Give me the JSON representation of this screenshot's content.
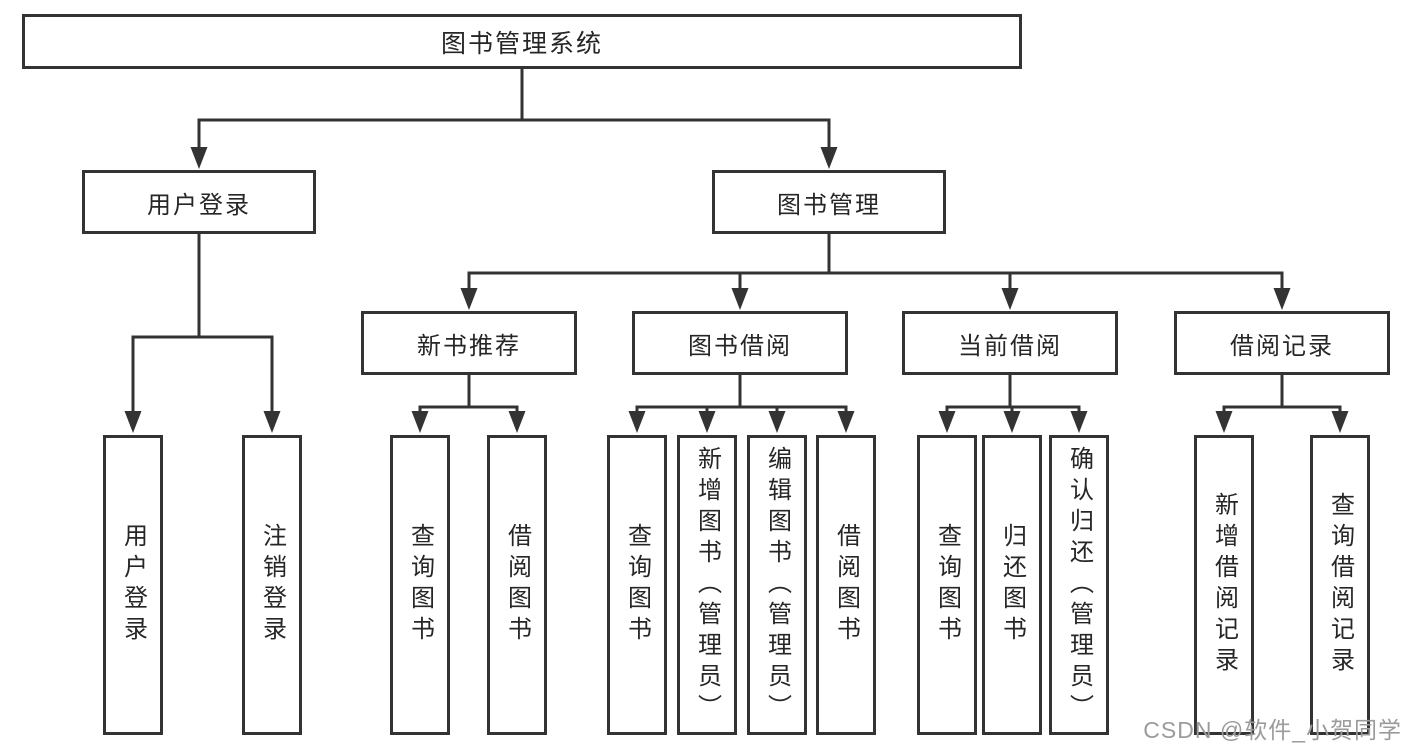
{
  "diagram": {
    "root": {
      "label": "图书管理系统"
    },
    "branches": [
      {
        "label": "用户登录",
        "children": [
          {
            "label": "用户登录"
          },
          {
            "label": "注销登录"
          }
        ]
      },
      {
        "label": "图书管理",
        "children": [
          {
            "label": "新书推荐",
            "children": [
              {
                "label": "查询图书"
              },
              {
                "label": "借阅图书"
              }
            ]
          },
          {
            "label": "图书借阅",
            "children": [
              {
                "label": "查询图书"
              },
              {
                "label": "新增图书（管理员）"
              },
              {
                "label": "编辑图书（管理员）"
              },
              {
                "label": "借阅图书"
              }
            ]
          },
          {
            "label": "当前借阅",
            "children": [
              {
                "label": "查询图书"
              },
              {
                "label": "归还图书"
              },
              {
                "label": "确认归还（管理员）"
              }
            ]
          },
          {
            "label": "借阅记录",
            "children": [
              {
                "label": "新增借阅记录"
              },
              {
                "label": "查询借阅记录"
              }
            ]
          }
        ]
      }
    ]
  },
  "watermark": {
    "text": "CSDN @软件_小贺同学"
  },
  "colors": {
    "line": "#333333",
    "box_border": "#333333",
    "box_fill": "#ffffff",
    "text": "#262626",
    "watermark": "#9b9b9b",
    "background": "#ffffff"
  }
}
